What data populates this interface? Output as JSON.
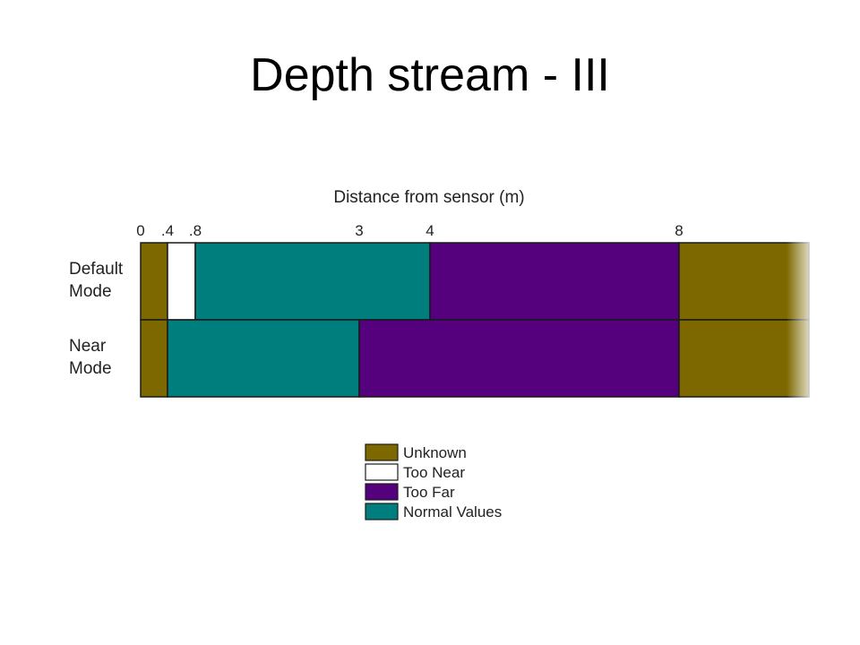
{
  "slide": {
    "title": "Depth stream - III"
  },
  "colors": {
    "unknown": "#7d6800",
    "too_near": "#ffffff",
    "too_far": "#55007d",
    "normal": "#007d7d"
  },
  "chart_data": {
    "type": "bar",
    "orientation": "horizontal-stacked",
    "title": "",
    "xlabel": "Distance from sensor (m)",
    "ylabel": "",
    "tick_labels": [
      "0",
      ".4",
      ".8",
      "3",
      "4",
      "8"
    ],
    "tick_values": [
      0,
      0.4,
      0.8,
      3,
      4,
      8
    ],
    "axis_position": "top",
    "grid": false,
    "legend_position": "bottom-center",
    "categories": [
      "Default Mode",
      "Near Mode"
    ],
    "category_label_lines": [
      [
        "Default",
        "Mode"
      ],
      [
        "Near",
        "Mode"
      ]
    ],
    "legend": [
      {
        "name": "Unknown",
        "key": "unknown"
      },
      {
        "name": "Too Near",
        "key": "too_near"
      },
      {
        "name": "Too Far",
        "key": "too_far"
      },
      {
        "name": "Normal Values",
        "key": "normal"
      }
    ],
    "rows": [
      {
        "category": "Default Mode",
        "segments": [
          {
            "from": 0,
            "to": 0.4,
            "class": "unknown"
          },
          {
            "from": 0.4,
            "to": 0.8,
            "class": "too_near"
          },
          {
            "from": 0.8,
            "to": 4,
            "class": "normal"
          },
          {
            "from": 4,
            "to": 8,
            "class": "too_far"
          },
          {
            "from": 8,
            "to": "end",
            "class": "unknown"
          }
        ]
      },
      {
        "category": "Near Mode",
        "segments": [
          {
            "from": 0,
            "to": 0.4,
            "class": "unknown"
          },
          {
            "from": 0.4,
            "to": 3,
            "class": "normal"
          },
          {
            "from": 3,
            "to": 8,
            "class": "too_far"
          },
          {
            "from": 8,
            "to": "end",
            "class": "unknown"
          }
        ]
      }
    ]
  }
}
